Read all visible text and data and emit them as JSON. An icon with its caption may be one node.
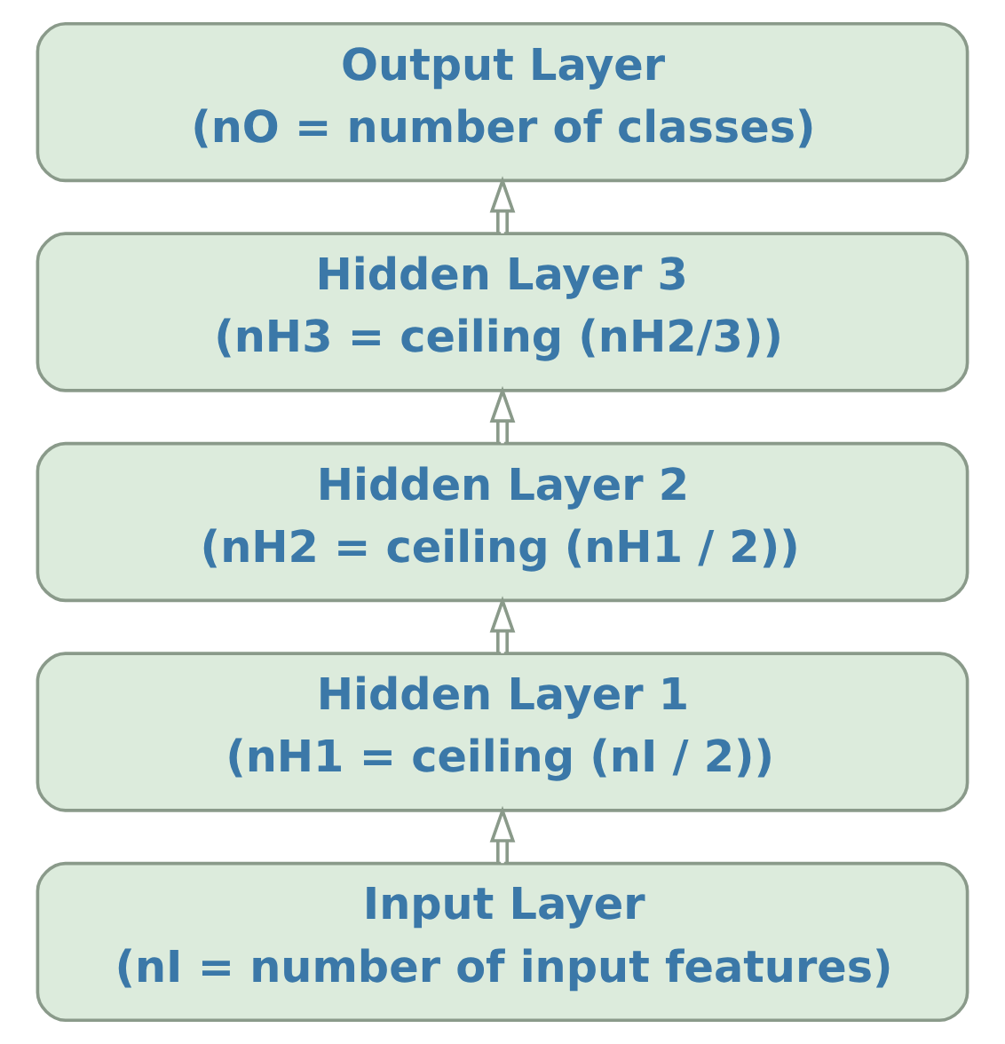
{
  "diagram": {
    "nodes": [
      {
        "text": [
          "Output Layer",
          "(nO = number of classes)"
        ]
      },
      {
        "text": [
          "Hidden Layer 3",
          "(nH3 = ceiling (nH2/3))"
        ]
      },
      {
        "text": [
          "Hidden Layer 2",
          "(nH2 = ceiling (nH1 / 2))"
        ]
      },
      {
        "text": [
          "Hidden Layer 1",
          "(nH1 = ceiling (nI / 2))"
        ]
      },
      {
        "text": [
          "Input Layer",
          "(nI = number of input features)"
        ]
      }
    ],
    "edges": [
      {
        "from": 4,
        "to": 3,
        "arrow": "to"
      },
      {
        "from": 3,
        "to": 2,
        "arrow": "to"
      },
      {
        "from": 2,
        "to": 1,
        "arrow": "to"
      },
      {
        "from": 1,
        "to": 0,
        "arrow": "to"
      }
    ]
  }
}
